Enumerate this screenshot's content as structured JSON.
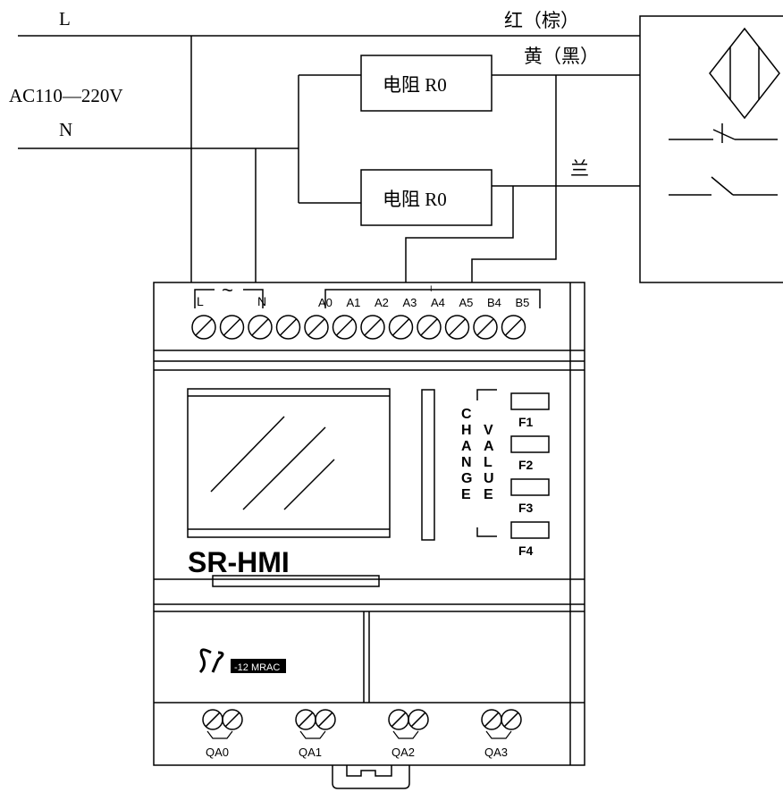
{
  "wiring": {
    "line_label": "L",
    "supply_label": "AC110—220V",
    "neutral_label": "N",
    "resistor_top": "电阻 R0",
    "resistor_bottom": "电阻 R0",
    "wire_red": "红（棕）",
    "wire_yellow": "黄（黑）",
    "wire_blue": "兰"
  },
  "plc": {
    "power_label_l": "L",
    "power_label_n": "N",
    "power_tilde": "~",
    "input_marker": "I",
    "input_labels": [
      "A0",
      "A1",
      "A2",
      "A3",
      "A4",
      "A5",
      "B4",
      "B5"
    ],
    "model_name": "SR-HMI",
    "change_letters": [
      "C",
      "H",
      "A",
      "N",
      "G",
      "E"
    ],
    "value_letters": [
      "V",
      "A",
      "L",
      "U",
      "E"
    ],
    "function_keys": [
      "F1",
      "F2",
      "F3",
      "F4"
    ],
    "logo_text": "SR",
    "model_code": "-12 MRAC",
    "output_labels": [
      "QA0",
      "QA1",
      "QA2",
      "QA3"
    ]
  },
  "colors": {
    "line": "#000000",
    "background": "#ffffff",
    "badge": "#000000"
  }
}
